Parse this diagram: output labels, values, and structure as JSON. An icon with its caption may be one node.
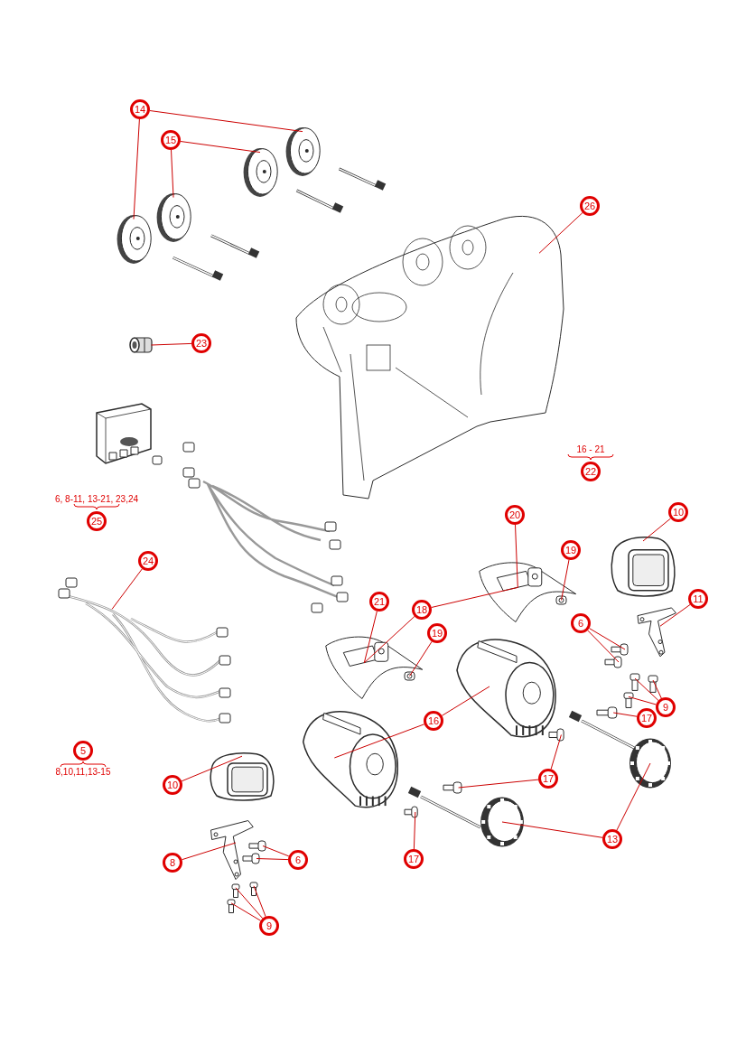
{
  "diagram": {
    "nodes": [
      {
        "text": [
          "14"
        ]
      },
      {
        "text": [
          "15"
        ]
      },
      {
        "text": [],
        "shape": "picture"
      },
      {
        "text": [],
        "shape": "picture"
      },
      {
        "text": [],
        "shape": "picture"
      },
      {
        "text": [],
        "shape": "picture"
      },
      {
        "text": [
          "26"
        ]
      },
      {
        "text": [],
        "shape": "picture"
      },
      {
        "text": [
          "23"
        ]
      },
      {
        "text": [],
        "shape": "picture"
      },
      {
        "text": [
          "24"
        ]
      },
      {
        "text": [],
        "shape": "picture"
      },
      {
        "text": [
          "20"
        ]
      },
      {
        "text": [],
        "shape": "picture"
      },
      {
        "text": [
          "19"
        ]
      },
      {
        "text": [],
        "shape": "picture"
      },
      {
        "text": [
          "10"
        ]
      },
      {
        "text": [],
        "shape": "picture"
      },
      {
        "text": [
          "21"
        ]
      },
      {
        "text": [
          "18"
        ]
      },
      {
        "text": [],
        "shape": "picture"
      },
      {
        "text": [
          "19"
        ]
      },
      {
        "text": [],
        "shape": "picture"
      },
      {
        "text": [
          "11"
        ]
      },
      {
        "text": [],
        "shape": "picture"
      },
      {
        "text": [
          "6"
        ]
      },
      {
        "text": [],
        "shape": "picture"
      },
      {
        "text": [],
        "shape": "picture"
      },
      {
        "text": [
          "9"
        ]
      },
      {
        "text": [],
        "shape": "picture"
      },
      {
        "text": [],
        "shape": "picture"
      },
      {
        "text": [],
        "shape": "picture"
      },
      {
        "text": [
          "17"
        ]
      },
      {
        "text": [],
        "shape": "picture"
      },
      {
        "text": [
          "16"
        ]
      },
      {
        "text": [],
        "shape": "picture"
      },
      {
        "text": [],
        "shape": "picture"
      },
      {
        "text": [
          "17"
        ]
      },
      {
        "text": [],
        "shape": "picture"
      },
      {
        "text": [],
        "shape": "picture"
      },
      {
        "text": [
          "13"
        ]
      },
      {
        "text": [],
        "shape": "picture"
      },
      {
        "text": [],
        "shape": "picture"
      },
      {
        "text": [
          "17"
        ]
      },
      {
        "text": [],
        "shape": "picture"
      },
      {
        "text": [
          "10"
        ]
      },
      {
        "text": [],
        "shape": "picture"
      },
      {
        "text": [
          "8"
        ]
      },
      {
        "text": [],
        "shape": "picture"
      },
      {
        "text": [
          "6"
        ]
      },
      {
        "text": [],
        "shape": "picture"
      },
      {
        "text": [],
        "shape": "picture"
      },
      {
        "text": [
          "9"
        ]
      },
      {
        "text": [],
        "shape": "picture"
      },
      {
        "text": [],
        "shape": "picture"
      },
      {
        "text": [],
        "shape": "picture"
      },
      {
        "text": [
          "25"
        ],
        "beside": [
          "6, 8-11, 13-21, 23,24"
        ]
      },
      {
        "text": [
          "22"
        ],
        "beside": [
          "16 - 21"
        ]
      },
      {
        "text": [
          "5"
        ],
        "beside": [
          "8,10,11,13-15"
        ]
      }
    ],
    "edges": [
      {
        "from": 0,
        "to": 2,
        "arrow": "none"
      },
      {
        "from": 0,
        "to": 5,
        "arrow": "none"
      },
      {
        "from": 1,
        "to": 3,
        "arrow": "none"
      },
      {
        "from": 1,
        "to": 4,
        "arrow": "none"
      },
      {
        "from": 6,
        "to": 7,
        "arrow": "none"
      },
      {
        "from": 8,
        "to": 9,
        "arrow": "none"
      },
      {
        "from": 10,
        "to": 11,
        "arrow": "none"
      },
      {
        "from": 12,
        "to": 13,
        "arrow": "none"
      },
      {
        "from": 14,
        "to": 15,
        "arrow": "none"
      },
      {
        "from": 16,
        "to": 17,
        "arrow": "none"
      },
      {
        "from": 18,
        "to": 20,
        "arrow": "none"
      },
      {
        "from": 19,
        "to": 13,
        "arrow": "none"
      },
      {
        "from": 19,
        "to": 20,
        "arrow": "none"
      },
      {
        "from": 21,
        "to": 22,
        "arrow": "none"
      },
      {
        "from": 23,
        "to": 24,
        "arrow": "none"
      },
      {
        "from": 25,
        "to": 26,
        "arrow": "none"
      },
      {
        "from": 25,
        "to": 27,
        "arrow": "none"
      },
      {
        "from": 28,
        "to": 29,
        "arrow": "none"
      },
      {
        "from": 28,
        "to": 30,
        "arrow": "none"
      },
      {
        "from": 28,
        "to": 31,
        "arrow": "none"
      },
      {
        "from": 32,
        "to": 33,
        "arrow": "none"
      },
      {
        "from": 34,
        "to": 35,
        "arrow": "none"
      },
      {
        "from": 34,
        "to": 36,
        "arrow": "none"
      },
      {
        "from": 37,
        "to": 38,
        "arrow": "none"
      },
      {
        "from": 37,
        "to": 39,
        "arrow": "none"
      },
      {
        "from": 40,
        "to": 41,
        "arrow": "none"
      },
      {
        "from": 40,
        "to": 42,
        "arrow": "none"
      },
      {
        "from": 43,
        "to": 44,
        "arrow": "none"
      },
      {
        "from": 45,
        "to": 46,
        "arrow": "none"
      },
      {
        "from": 47,
        "to": 48,
        "arrow": "none"
      },
      {
        "from": 49,
        "to": 50,
        "arrow": "none"
      },
      {
        "from": 49,
        "to": 51,
        "arrow": "none"
      },
      {
        "from": 52,
        "to": 53,
        "arrow": "none"
      },
      {
        "from": 52,
        "to": 54,
        "arrow": "none"
      },
      {
        "from": 52,
        "to": 55,
        "arrow": "none"
      }
    ]
  }
}
